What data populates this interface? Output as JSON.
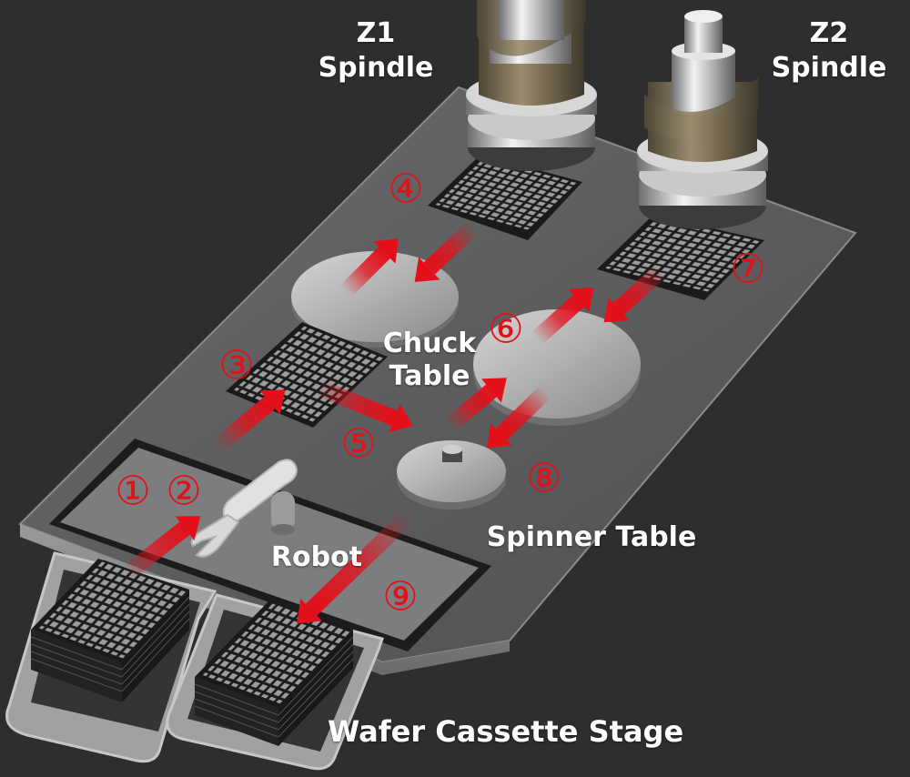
{
  "labels": {
    "z1_line1": "Z1",
    "z1_line2": "Spindle",
    "z2_line1": "Z2",
    "z2_line2": "Spindle",
    "chuck_line1": "Chuck",
    "chuck_line2": "Table",
    "spinner": "Spinner Table",
    "robot": "Robot",
    "cassette": "Wafer Cassette Stage"
  },
  "steps": [
    "①",
    "②",
    "③",
    "④",
    "⑤",
    "⑥",
    "⑦",
    "⑧",
    "⑨"
  ],
  "colors": {
    "background": "#2d2e2e",
    "base_plate": "#5b5c5d",
    "step_red": "#e3101a",
    "label_white": "#ffffff",
    "spindle_bronze": "#7d7154"
  }
}
